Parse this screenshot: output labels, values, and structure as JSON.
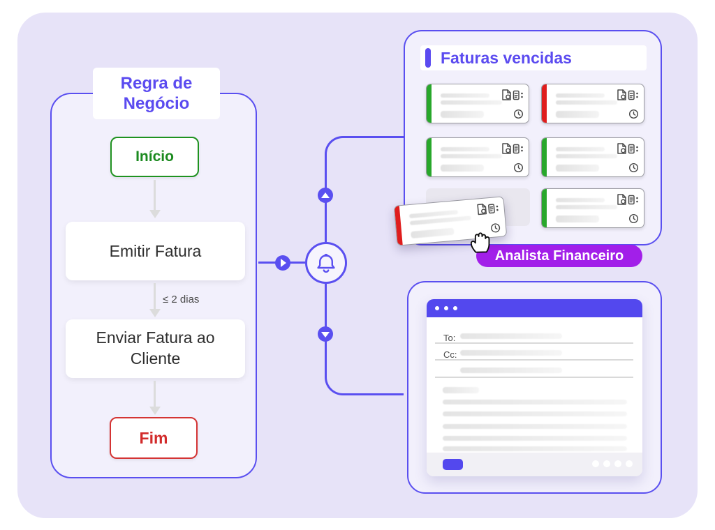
{
  "palette": {
    "line_purple": "#5a4ff0",
    "title_purple": "#5b4bf0",
    "badge_purple": "#a21fe9",
    "green_accent": "#28a72b",
    "red_accent": "#df1d1d",
    "start_green": "#1b8a1f",
    "end_red": "#d22b2b"
  },
  "flowchart": {
    "title": "Regra de Negócio",
    "start_label": "Início",
    "step1_label": "Emitir Fatura",
    "edge_label": "≤ 2 dias",
    "step2_label": "Enviar Fatura ao Cliente",
    "end_label": "Fim"
  },
  "invoices_panel": {
    "title": "Faturas vencidas",
    "badge_label": "Analista Financeiro",
    "cards": [
      {
        "accent": "green"
      },
      {
        "accent": "red"
      },
      {
        "accent": "green"
      },
      {
        "accent": "green"
      },
      {
        "accent": "green"
      }
    ],
    "dragged_card": {
      "accent": "red"
    }
  },
  "email_window": {
    "to_label": "To:",
    "cc_label": "Cc:"
  }
}
